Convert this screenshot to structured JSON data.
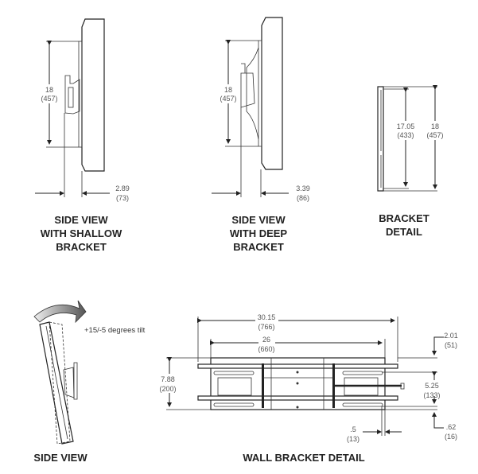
{
  "views": {
    "shallow": {
      "label_lines": [
        "SIDE VIEW",
        "WITH SHALLOW",
        "BRACKET"
      ],
      "height": "18",
      "height_mm": "(457)",
      "depth": "2.89",
      "depth_mm": "(73)"
    },
    "deep": {
      "label_lines": [
        "SIDE VIEW",
        "WITH DEEP",
        "BRACKET"
      ],
      "height": "18",
      "height_mm": "(457)",
      "depth": "3.39",
      "depth_mm": "(86)"
    },
    "bracket": {
      "label_lines": [
        "BRACKET",
        "DETAIL"
      ],
      "inner": "17.05",
      "inner_mm": "(433)",
      "outer": "18",
      "outer_mm": "(457)"
    },
    "tilt": {
      "label": "SIDE VIEW",
      "note": "+15/-5 degrees tilt"
    },
    "wall": {
      "label": "WALL BRACKET DETAIL",
      "width": "30.15",
      "width_mm": "(766)",
      "inner_width": "26",
      "inner_width_mm": "(660)",
      "height": "7.88",
      "height_mm": "(200)",
      "top_offset": "2.01",
      "top_offset_mm": "(51)",
      "hole_spacing": "5.25",
      "hole_spacing_mm": "(133)",
      "bottom_offset": ".62",
      "bottom_offset_mm": "(16)",
      "edge": ".5",
      "edge_mm": "(13)"
    }
  }
}
